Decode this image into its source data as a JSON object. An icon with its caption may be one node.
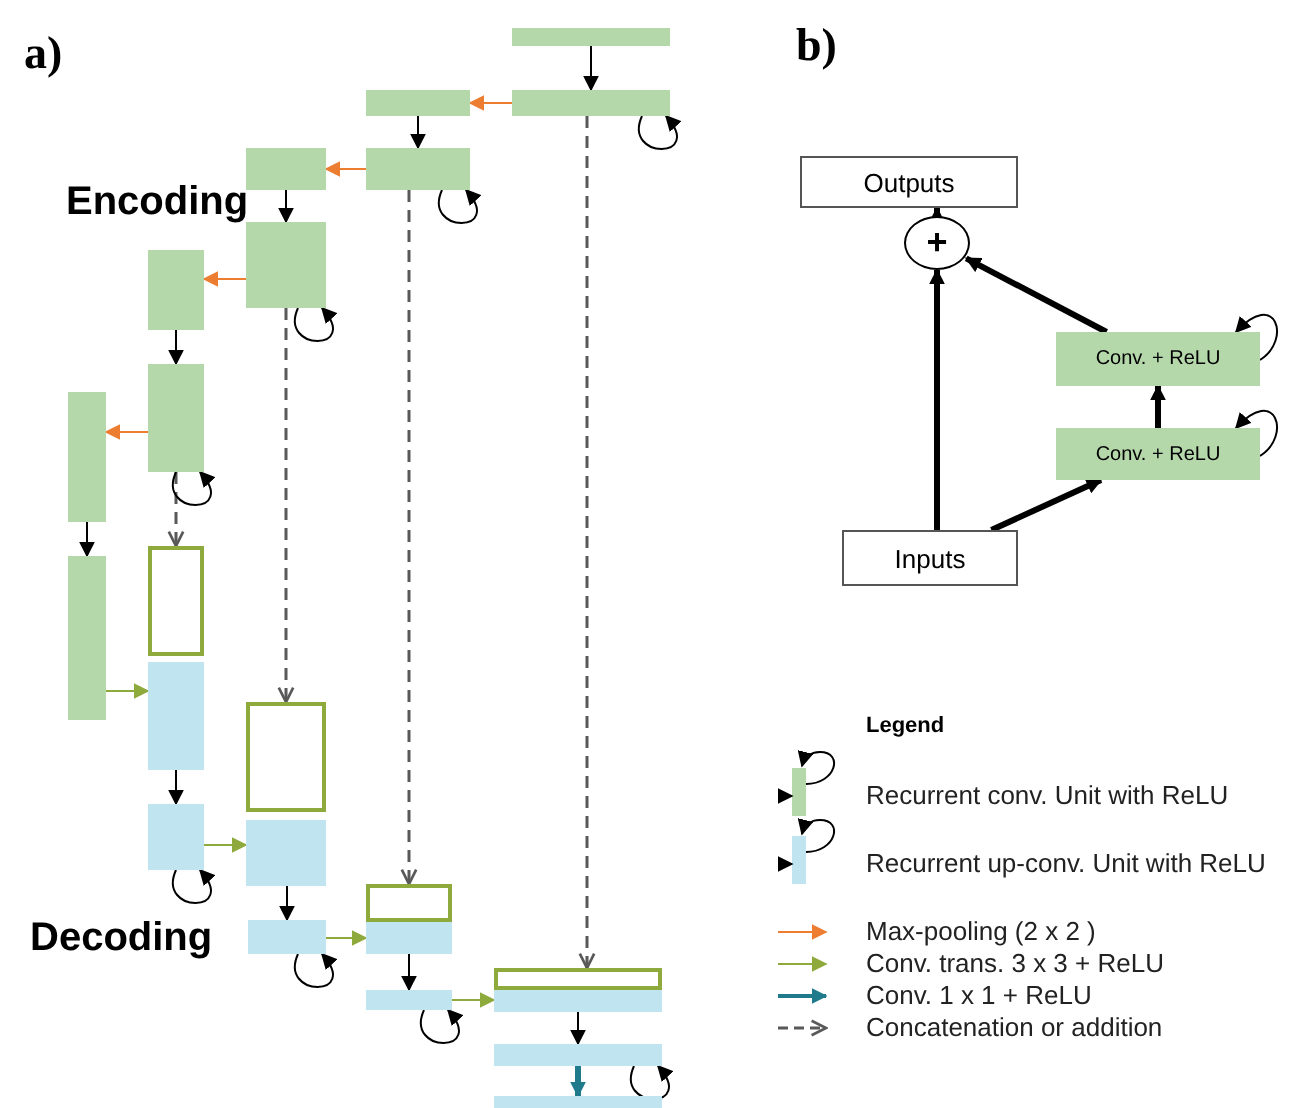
{
  "diagram": {
    "nodes": [
      {
        "text": [],
        "shape": "box"
      },
      {
        "text": [],
        "shape": "box"
      },
      {
        "text": [],
        "shape": "box"
      },
      {
        "text": [],
        "shape": "box"
      },
      {
        "text": [],
        "shape": "box"
      },
      {
        "text": [],
        "shape": "box"
      },
      {
        "text": [],
        "shape": "box"
      },
      {
        "text": [],
        "shape": "box"
      },
      {
        "text": [],
        "shape": "box"
      },
      {
        "text": [],
        "shape": "box"
      },
      {
        "text": [],
        "shape": "box"
      },
      {
        "text": [],
        "shape": "box"
      },
      {
        "text": [],
        "shape": "box"
      },
      {
        "text": [],
        "shape": "box"
      },
      {
        "text": [],
        "shape": "box"
      },
      {
        "text": [],
        "shape": "box"
      },
      {
        "text": [],
        "shape": "box"
      },
      {
        "text": [],
        "shape": "box"
      },
      {
        "text": [],
        "shape": "box"
      },
      {
        "text": [],
        "shape": "box"
      },
      {
        "text": [],
        "shape": "box"
      },
      {
        "text": [],
        "shape": "box"
      },
      {
        "text": [],
        "shape": "box"
      },
      {
        "text": [
          "Outputs"
        ]
      },
      {
        "text": [
          "+"
        ]
      },
      {
        "text": [
          "Conv. + ReLU"
        ]
      },
      {
        "text": [
          "Conv. + ReLU"
        ]
      },
      {
        "text": [
          "Inputs"
        ]
      }
    ],
    "edges": [
      {
        "from": 0,
        "to": 2,
        "arrow": "to"
      },
      {
        "from": 2,
        "to": 1,
        "arrow": "to",
        "color": "#ed7d31"
      },
      {
        "from": 1,
        "to": 4,
        "arrow": "to"
      },
      {
        "from": 4,
        "to": 3,
        "arrow": "to",
        "color": "#ed7d31"
      },
      {
        "from": 3,
        "to": 6,
        "arrow": "to"
      },
      {
        "from": 6,
        "to": 5,
        "arrow": "to",
        "color": "#ed7d31"
      },
      {
        "from": 5,
        "to": 8,
        "arrow": "to"
      },
      {
        "from": 8,
        "to": 7,
        "arrow": "to",
        "color": "#ed7d31"
      },
      {
        "from": 7,
        "to": 10,
        "arrow": "to"
      },
      {
        "from": 10,
        "to": 11,
        "arrow": "to",
        "color": "#8faa3c"
      },
      {
        "from": 11,
        "to": 13,
        "arrow": "to"
      },
      {
        "from": 13,
        "to": 14,
        "arrow": "to",
        "color": "#8faa3c"
      },
      {
        "from": 14,
        "to": 16,
        "arrow": "to"
      },
      {
        "from": 16,
        "to": 17,
        "arrow": "to",
        "color": "#8faa3c"
      },
      {
        "from": 17,
        "to": 19,
        "arrow": "to"
      },
      {
        "from": 19,
        "to": 20,
        "arrow": "to",
        "color": "#8faa3c"
      },
      {
        "from": 20,
        "to": 21,
        "arrow": "to"
      },
      {
        "from": 21,
        "to": 22,
        "arrow": "to",
        "style": "thick",
        "color": "#1f7a8c"
      },
      {
        "from": 8,
        "to": 9,
        "arrow": "to",
        "style": "dashed",
        "color": "#595959"
      },
      {
        "from": 6,
        "to": 12,
        "arrow": "to",
        "style": "dashed",
        "color": "#595959"
      },
      {
        "from": 4,
        "to": 15,
        "arrow": "to",
        "style": "dashed",
        "color": "#595959"
      },
      {
        "from": 2,
        "to": 18,
        "arrow": "to",
        "style": "dashed",
        "color": "#595959"
      },
      {
        "from": 2,
        "to": 2,
        "arrow": "to"
      },
      {
        "from": 4,
        "to": 4,
        "arrow": "to"
      },
      {
        "from": 6,
        "to": 6,
        "arrow": "to"
      },
      {
        "from": 8,
        "to": 8,
        "arrow": "to"
      },
      {
        "from": 13,
        "to": 13,
        "arrow": "to"
      },
      {
        "from": 16,
        "to": 16,
        "arrow": "to"
      },
      {
        "from": 19,
        "to": 19,
        "arrow": "to"
      },
      {
        "from": 21,
        "to": 21,
        "arrow": "to"
      },
      {
        "from": 24,
        "to": 23,
        "arrow": "to",
        "style": "thick"
      },
      {
        "from": 27,
        "to": 24,
        "arrow": "to",
        "style": "thick"
      },
      {
        "from": 25,
        "to": 24,
        "arrow": "to",
        "style": "thick"
      },
      {
        "from": 26,
        "to": 25,
        "arrow": "to",
        "style": "thick"
      },
      {
        "from": 27,
        "to": 26,
        "arrow": "to",
        "style": "thick"
      },
      {
        "from": 25,
        "to": 25,
        "arrow": "to"
      },
      {
        "from": 26,
        "to": 26,
        "arrow": "to"
      }
    ],
    "labels": [
      "a)",
      "Encoding",
      "Decoding",
      "b)",
      "Legend"
    ],
    "legend": [
      {
        "text": "Recurrent conv. Unit with ReLU"
      },
      {
        "text": "Recurrent up-conv. Unit with ReLU"
      },
      {
        "text": "Max-pooling (2 x 2 )"
      },
      {
        "text": "Conv. trans. 3 x 3 + ReLU"
      },
      {
        "text": "Conv. 1 x 1 + ReLU"
      },
      {
        "text": "Concatenation or addition"
      }
    ]
  }
}
